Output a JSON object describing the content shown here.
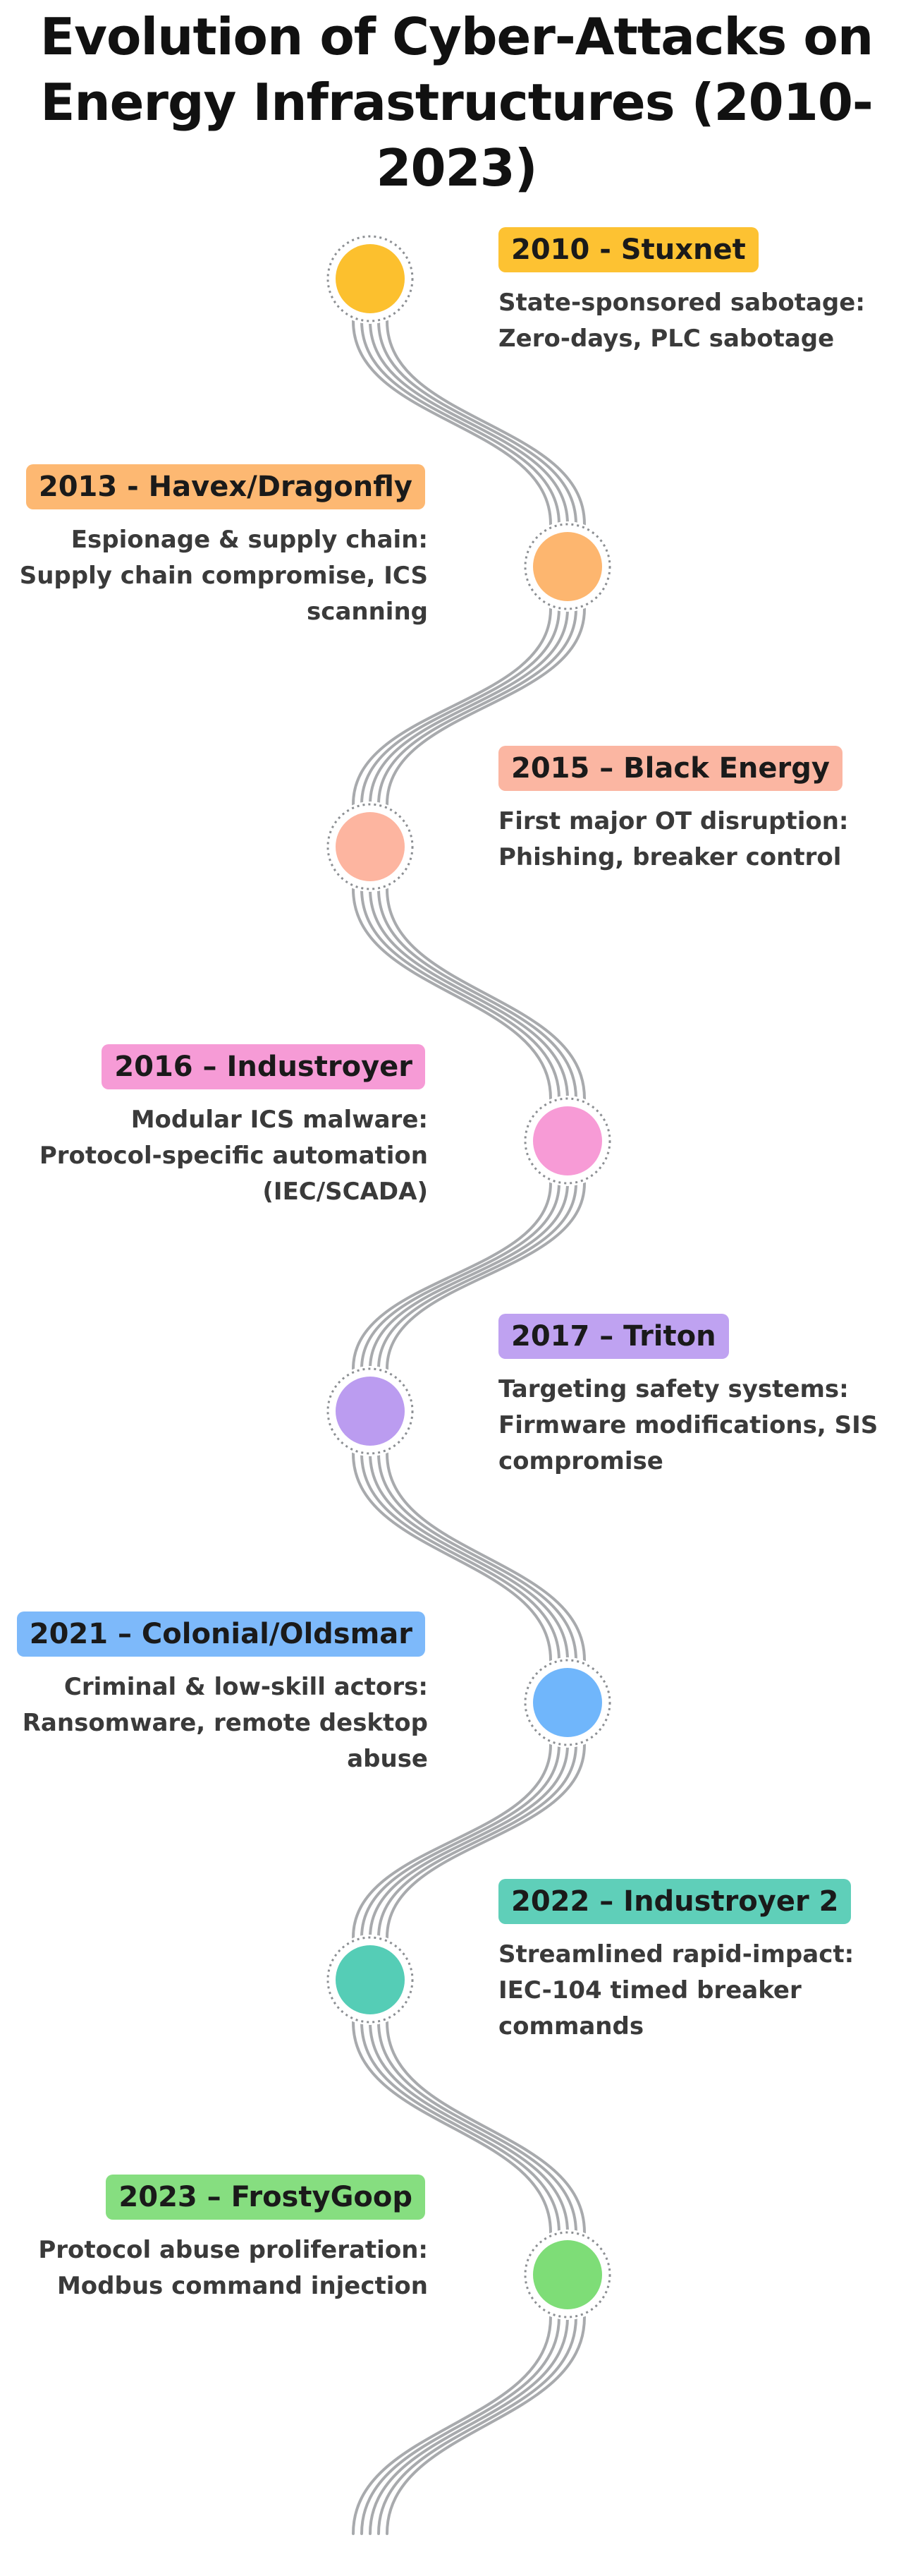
{
  "title": "Evolution of Cyber-Attacks on Energy Infrastructures (2010-2023)",
  "events": [
    {
      "label": "2010 - Stuxnet",
      "description": "State-sponsored sabotage: Zero-days, PLC sabotage",
      "color": "#FCC02E",
      "badge_color": "#FDC232"
    },
    {
      "label": "2013 - Havex/Dragonfly",
      "description": "Espionage & supply chain: Supply chain compromise, ICS scanning",
      "color": "#FDB66F",
      "badge_color": "#FDB872"
    },
    {
      "label": "2015 – Black Energy",
      "description": "First major OT disruption: Phishing, breaker control",
      "color": "#FDB5A0",
      "badge_color": "#FBB6A2"
    },
    {
      "label": "2016 – Industroyer",
      "description": "Modular ICS malware: Protocol-specific automation (IEC/SCADA)",
      "color": "#F79BD6",
      "badge_color": "#F69BD6"
    },
    {
      "label": "2017 – Triton",
      "description": "Targeting safety systems: Firmware modifications, SIS compromise",
      "color": "#BB9CF0",
      "badge_color": "#BFA2F1"
    },
    {
      "label": "2021 – Colonial/Oldsmar",
      "description": "Criminal & low-skill actors: Ransomware, remote desktop abuse",
      "color": "#70B6FB",
      "badge_color": "#7DB9FA"
    },
    {
      "label": "2022 – Industroyer 2",
      "description": "Streamlined rapid-impact: IEC-104 timed breaker commands",
      "color": "#55CDB6",
      "badge_color": "#5FCFB9"
    },
    {
      "label": "2023 – FrostyGoop",
      "description": "Protocol abuse proliferation: Modbus command injection",
      "color": "#7EDD77",
      "badge_color": "#86DE80"
    }
  ],
  "style": {
    "path_color": "#A8AAAD",
    "node_ring_color": "#8C8F93"
  }
}
